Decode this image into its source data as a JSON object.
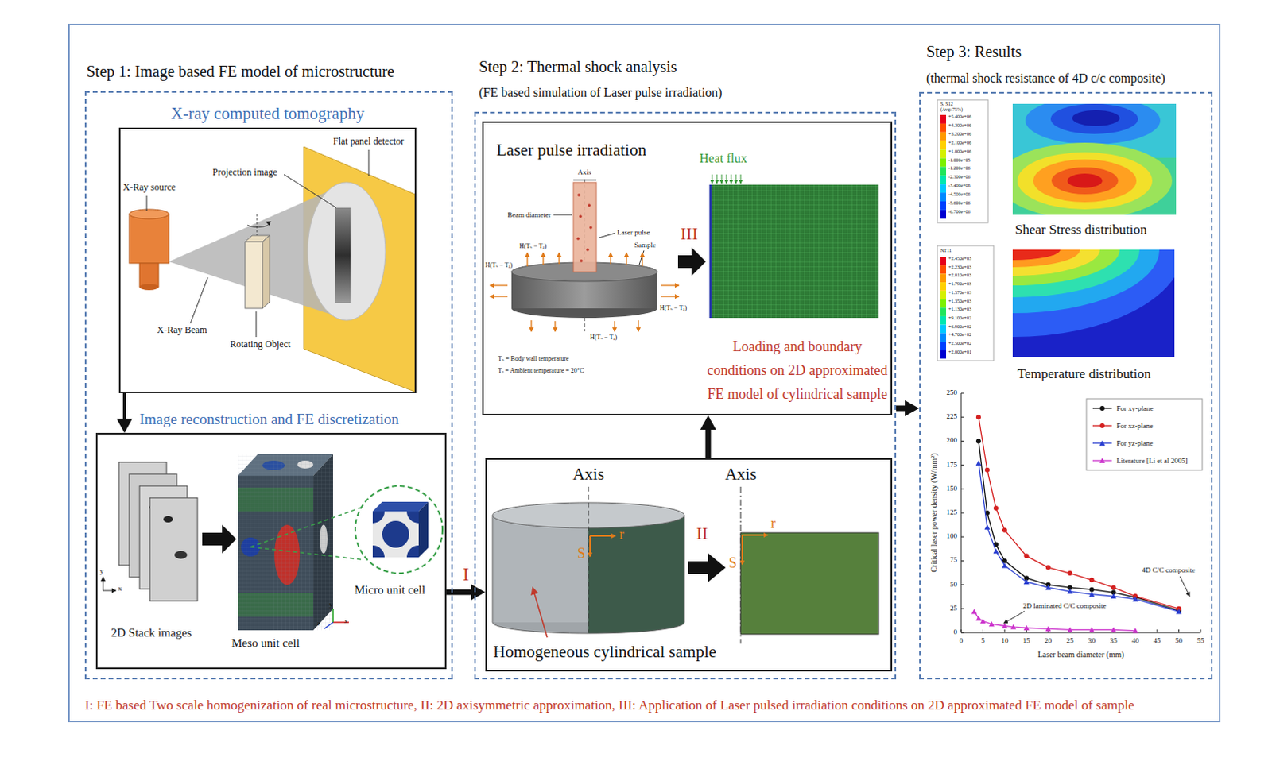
{
  "diagram": {
    "caption": "I: FE based Two scale homogenization of real microstructure, II: 2D axisymmetric approximation, III: Application of Laser pulsed irradiation conditions on 2D approximated FE model of sample",
    "nodes": [
      {
        "text": [
          "Step 1: Image based FE model of microstructure"
        ]
      },
      {
        "text": [
          "X-ray computed tomography"
        ],
        "in": 0
      },
      {
        "text": [
          "Image reconstruction and FE discretization"
        ],
        "in": 0
      },
      {
        "text": [
          "Step 2: Thermal shock analysis",
          "(FE based simulation of Laser pulse irradiation)"
        ]
      },
      {
        "text": [
          "Laser pulse irradiation",
          "Loading and boundary conditions on 2D approximated FE model of cylindrical sample"
        ],
        "in": 3
      },
      {
        "text": [
          "Homogeneous cylindrical sample"
        ],
        "in": 3
      },
      {
        "text": [
          "Step 3: Results",
          "(thermal shock resistance of 4D c/c composite)"
        ]
      }
    ],
    "edges": [
      {
        "from": 1,
        "to": 2,
        "arrow": "to"
      },
      {
        "from": 2,
        "to": 5,
        "label": "I",
        "arrow": "to"
      },
      {
        "from": 5,
        "to": 4,
        "arrow": "to"
      },
      {
        "from": 3,
        "to": 6,
        "arrow": "to"
      }
    ],
    "labels": [
      "X-Ray source",
      "Projection image",
      "Flat panel detector",
      "X-Ray Beam",
      "Rotating Object",
      "2D Stack images",
      "y",
      "x",
      "Meso unit cell",
      "z",
      "y",
      "x",
      "Micro unit cell",
      "Axis",
      "Beam diameter",
      "Laser pulse",
      "Sample",
      "H(Tₛ − Tₐ)",
      "H(Tₛ − Tₐ)",
      "H(Tₛ − Tₐ)",
      "H(Tₛ − Tₐ)",
      "Tₛ = Body wall temperature",
      "Tₐ = Ambient temperature = 20°C",
      "Heat flux",
      "III",
      "Axis",
      "S",
      "r",
      "II",
      "Axis",
      "S",
      "r",
      "S, S12",
      "(Avg: 75%)",
      "+5.400e+06",
      "+4.300e+06",
      "+3.200e+06",
      "+2.100e+06",
      "+1.000e+06",
      "-1.000e+05",
      "-1.200e+06",
      "-2.300e+06",
      "-3.400e+06",
      "-4.500e+06",
      "-5.600e+06",
      "-6.700e+06",
      "NT11",
      "+2.450e+03",
      "+2.230e+03",
      "+2.010e+03",
      "+1.790e+03",
      "+1.570e+03",
      "+1.350e+03",
      "+1.130e+03",
      "+9.100e+02",
      "+6.900e+02",
      "+4.700e+02",
      "+2.500e+02",
      "+2.000e+01",
      "Shear Stress distribution",
      "Temperature distribution",
      "0",
      "25",
      "50",
      "75",
      "100",
      "125",
      "150",
      "175",
      "200",
      "225",
      "250",
      "0",
      "5",
      "10",
      "15",
      "20",
      "25",
      "30",
      "35",
      "40",
      "45",
      "50",
      "55",
      "Critical laser power density (W/mm²)",
      "Laser beam diameter (mm)",
      "4D C/C composite",
      "2D laminated C/C composite"
    ],
    "legend": [
      {
        "text": "For xy-plane"
      },
      {
        "text": "For xz-plane"
      },
      {
        "text": "For yz-plane"
      },
      {
        "text": "Literature [Li et al 2005]"
      }
    ]
  }
}
